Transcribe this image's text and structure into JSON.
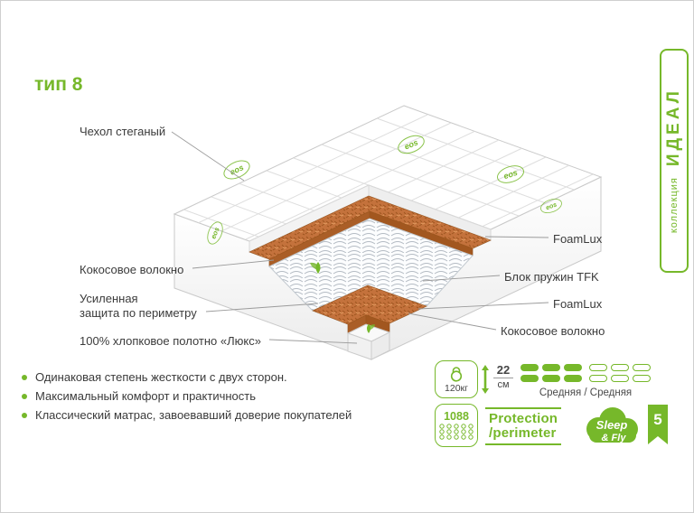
{
  "title": "тип 8",
  "collection": {
    "label": "коллекция",
    "name": "ИДЕАЛ"
  },
  "mattress_logo": "eos",
  "callouts": {
    "left": {
      "cover": "Чехол стеганый",
      "coco": "Кокосовое волокно",
      "perimeter_line1": "Усиленная",
      "perimeter_line2": "защита по периметру",
      "cotton": "100% хлопковое полотно «Люкс»"
    },
    "right": {
      "foam_top": "FoamLux",
      "spring_block": "Блок пружин TFK",
      "foam_bottom": "FoamLux",
      "coco": "Кокосовое волокно"
    }
  },
  "features": [
    "Одинаковая степень жесткости с двух сторон.",
    "Максимальный комфорт и практичность",
    "Классический матрас, завоевавший доверие покупателей"
  ],
  "specs": {
    "max_weight": "120кг",
    "height_value": "22",
    "height_unit": "см",
    "firmness": "Средняя / Средняя",
    "springs_count": "1088",
    "protection_line1": "Protection",
    "protection_line2": "/perimeter",
    "brand_line1": "Sleep",
    "brand_line2": "& Fly",
    "warranty_years": "5"
  },
  "colors": {
    "accent_green": "#76b82a",
    "coco_orange": "#c4723c",
    "leader_line": "#9b9b9b"
  }
}
